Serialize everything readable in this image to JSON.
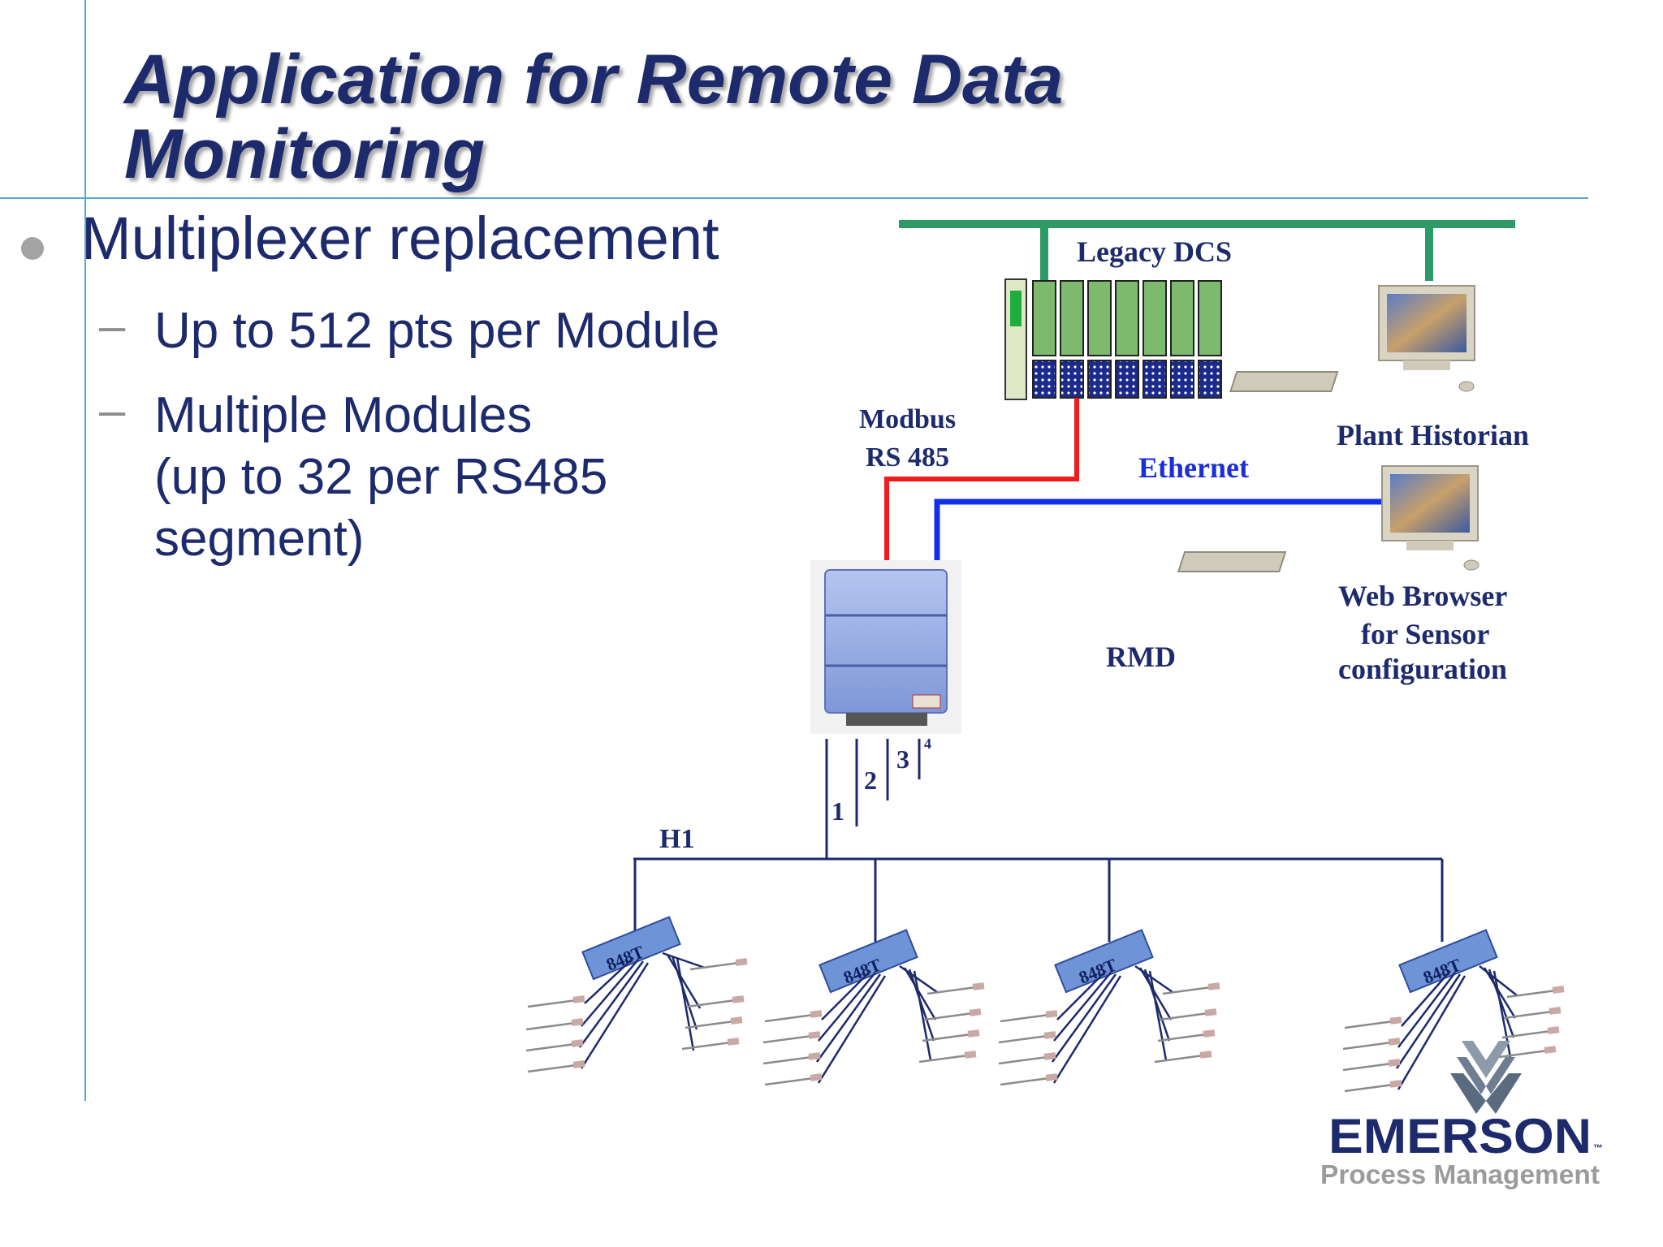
{
  "slide": {
    "title": "Application for Remote Data Monitoring",
    "bullets": [
      {
        "text": "Multiplexer replacement",
        "sub": [
          "Up to 512 pts per Module",
          "Multiple Modules\n(up to 32 per RS485\nsegment)"
        ]
      }
    ]
  },
  "diagram": {
    "labels": {
      "legacy_dcs": "Legacy DCS",
      "modbus_line1": "Modbus",
      "modbus_line2": "RS 485",
      "ethernet": "Ethernet",
      "plant_historian": "Plant Historian",
      "web_browser_line1": "Web Browser",
      "web_browser_line2": "for Sensor",
      "web_browser_line3": "configuration",
      "rmd": "RMD",
      "h1": "H1",
      "port1": "1",
      "port2": "2",
      "port3": "3",
      "port4": "4"
    },
    "transmitter_label": "848T",
    "colors": {
      "network_bus": "#2e9a66",
      "modbus": "#ee1c1c",
      "ethernet": "#1030e8",
      "h1_bus": "#1d2a6b",
      "ethernet_label": "#1b2fd6"
    }
  },
  "logo": {
    "company": "EMERSON",
    "division": "Process Management",
    "tm": "™"
  }
}
